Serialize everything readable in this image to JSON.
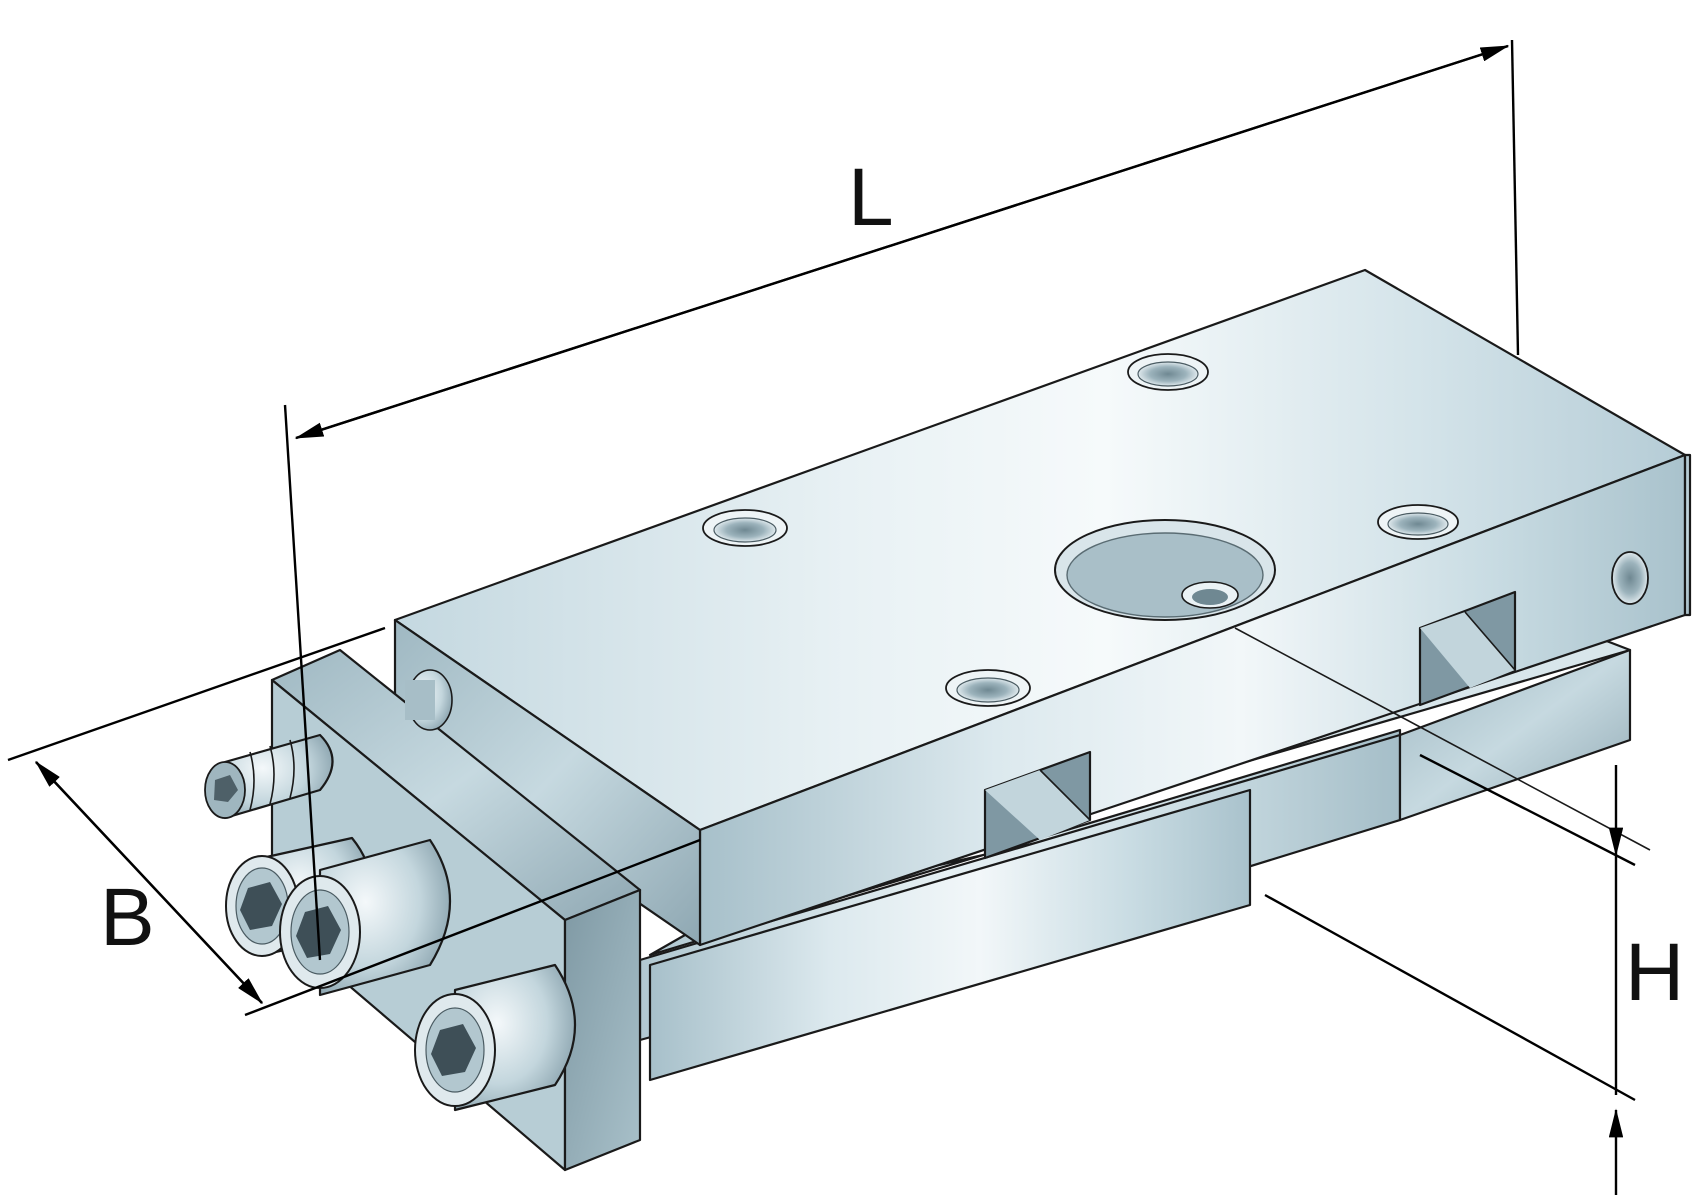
{
  "diagram": {
    "dimensions": [
      {
        "id": "length",
        "label": "L"
      },
      {
        "id": "width",
        "label": "B"
      },
      {
        "id": "height",
        "label": "H"
      }
    ],
    "colors": {
      "metal_light": "#e4eef2",
      "metal_mid": "#b9cfd8",
      "metal_dark": "#8fa8b3",
      "outline": "#1a1a1a",
      "background": "#ffffff"
    },
    "components": [
      "carriage-block",
      "guide-rail",
      "end-plate",
      "socket-head-screw",
      "set-screw",
      "lube-nipple-counterbore"
    ]
  }
}
